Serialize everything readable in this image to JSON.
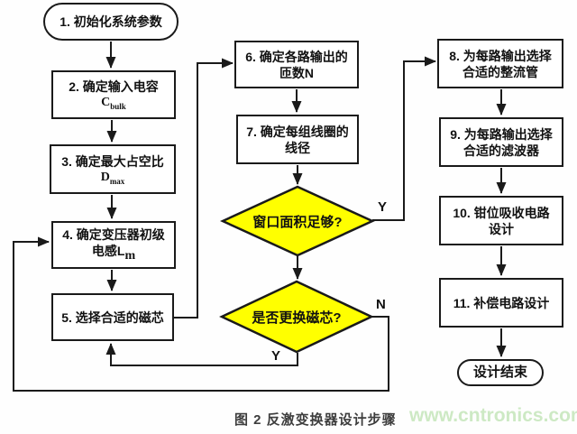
{
  "nodes": {
    "start": {
      "label": "1. 初始化系统参数"
    },
    "step2": {
      "line1": "2. 确定输入电容",
      "f_main": "C",
      "f_sub": "bulk"
    },
    "step3": {
      "line1": "3. 确定最大占空比",
      "f_main": "D",
      "f_sub": "max"
    },
    "step4": {
      "line1": "4. 确定变压器初级",
      "f_main": "电感L",
      "f_sub": "m"
    },
    "step5": {
      "label": "5. 选择合适的磁芯"
    },
    "step6": {
      "line1": "6. 确定各路输出的",
      "line2": "匝数N"
    },
    "step7": {
      "line1": "7. 确定每组线圈的",
      "line2": "线径"
    },
    "decision_window": {
      "label": "窗口面积足够?"
    },
    "decision_core": {
      "label": "是否更换磁芯?"
    },
    "step8": {
      "line1": "8. 为每路输出选择",
      "line2": "合适的整流管"
    },
    "step9": {
      "line1": "9. 为每路输出选择",
      "line2": "合适的滤波器"
    },
    "step10": {
      "line1": "10. 钳位吸收电路",
      "line2": "设计"
    },
    "step11": {
      "label": "11. 补偿电路设计"
    },
    "end": {
      "label": "设计结束"
    }
  },
  "branch_labels": {
    "window_yes": "Y",
    "core_no": "N",
    "core_yes": "Y"
  },
  "caption": "图 2 反激变换器设计步骤",
  "watermark": "www.cntronics.com",
  "colors": {
    "decision_fill": "#ffff00",
    "line_color": "#1a1a1a",
    "caption_color": "#3d3d3d",
    "watermark_color": "#cde9c4"
  }
}
